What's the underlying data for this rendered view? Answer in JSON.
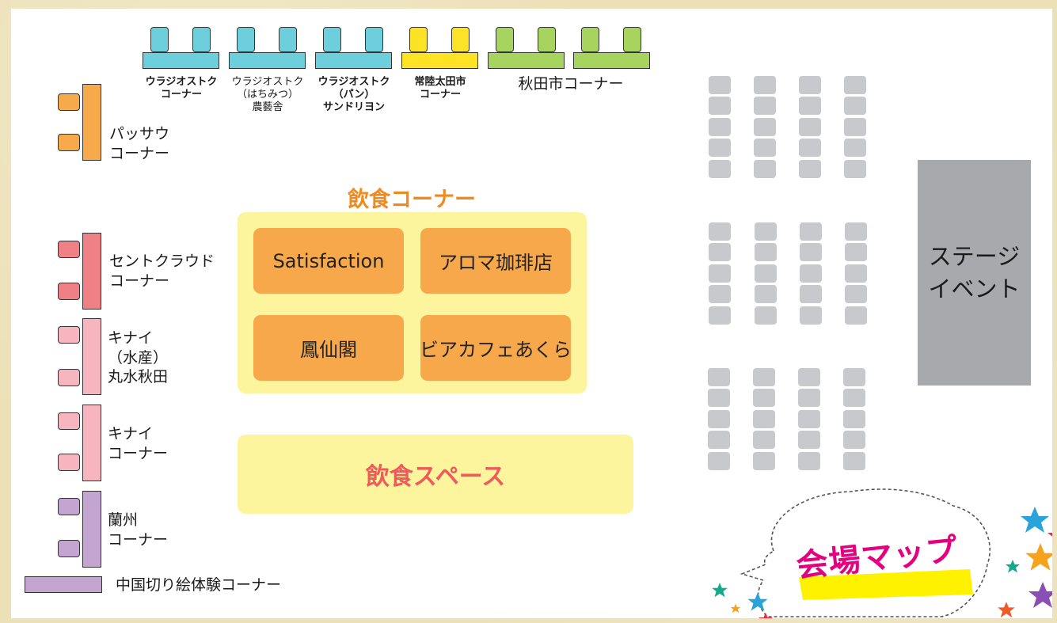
{
  "top_booths": [
    {
      "id": "vladivostok",
      "lines": [
        "ウラジオストク",
        "コーナー"
      ],
      "bold": true
    },
    {
      "id": "vladivostok-honey",
      "lines": [
        "ウラジオストク",
        "（はちみつ）",
        "農藝舎"
      ],
      "bold": false
    },
    {
      "id": "vladivostok-bread",
      "lines": [
        "ウラジオストク",
        "（パン）",
        "サンドリヨン"
      ],
      "bold": true
    },
    {
      "id": "hitachiota",
      "lines": [
        "常陸太田市",
        "コーナー"
      ],
      "bold": true
    },
    {
      "id": "akita-city",
      "lines": [
        "秋田市コーナー"
      ],
      "bold": false
    }
  ],
  "side_booths": [
    {
      "id": "passau",
      "lines": [
        "パッサウ",
        "コーナー"
      ]
    },
    {
      "id": "st-cloud",
      "lines": [
        "セントクラウド",
        "コーナー"
      ]
    },
    {
      "id": "kinai-suisan",
      "lines": [
        "キナイ",
        "（水産）",
        "丸水秋田"
      ]
    },
    {
      "id": "kinai",
      "lines": [
        "キナイ",
        "コーナー"
      ]
    },
    {
      "id": "ranshu",
      "lines": [
        "蘭州",
        "コーナー"
      ]
    }
  ],
  "chinese_papercut": "中国切り絵体験コーナー",
  "food_corner": {
    "title": "飲食コーナー",
    "stalls": [
      "Satisfaction",
      "アロマ珈琲店",
      "鳳仙閣",
      "ビアカフェあくら"
    ]
  },
  "dining_space": "飲食スペース",
  "stage": {
    "lines": [
      "ステージ",
      "イベント"
    ]
  },
  "badge": "会場マップ",
  "colors": {
    "cyan": "#6ecfdc",
    "yellow": "#fde326",
    "green": "#a7d45f",
    "orange": "#f7aa4c",
    "red": "#ef8086",
    "pink": "#f6b5bf",
    "purple": "#c4a5d2",
    "food_title": "#f08a1e",
    "dining_title": "#ef5a5a",
    "badge_text": "#e5007f",
    "badge_band": "#fff200"
  }
}
